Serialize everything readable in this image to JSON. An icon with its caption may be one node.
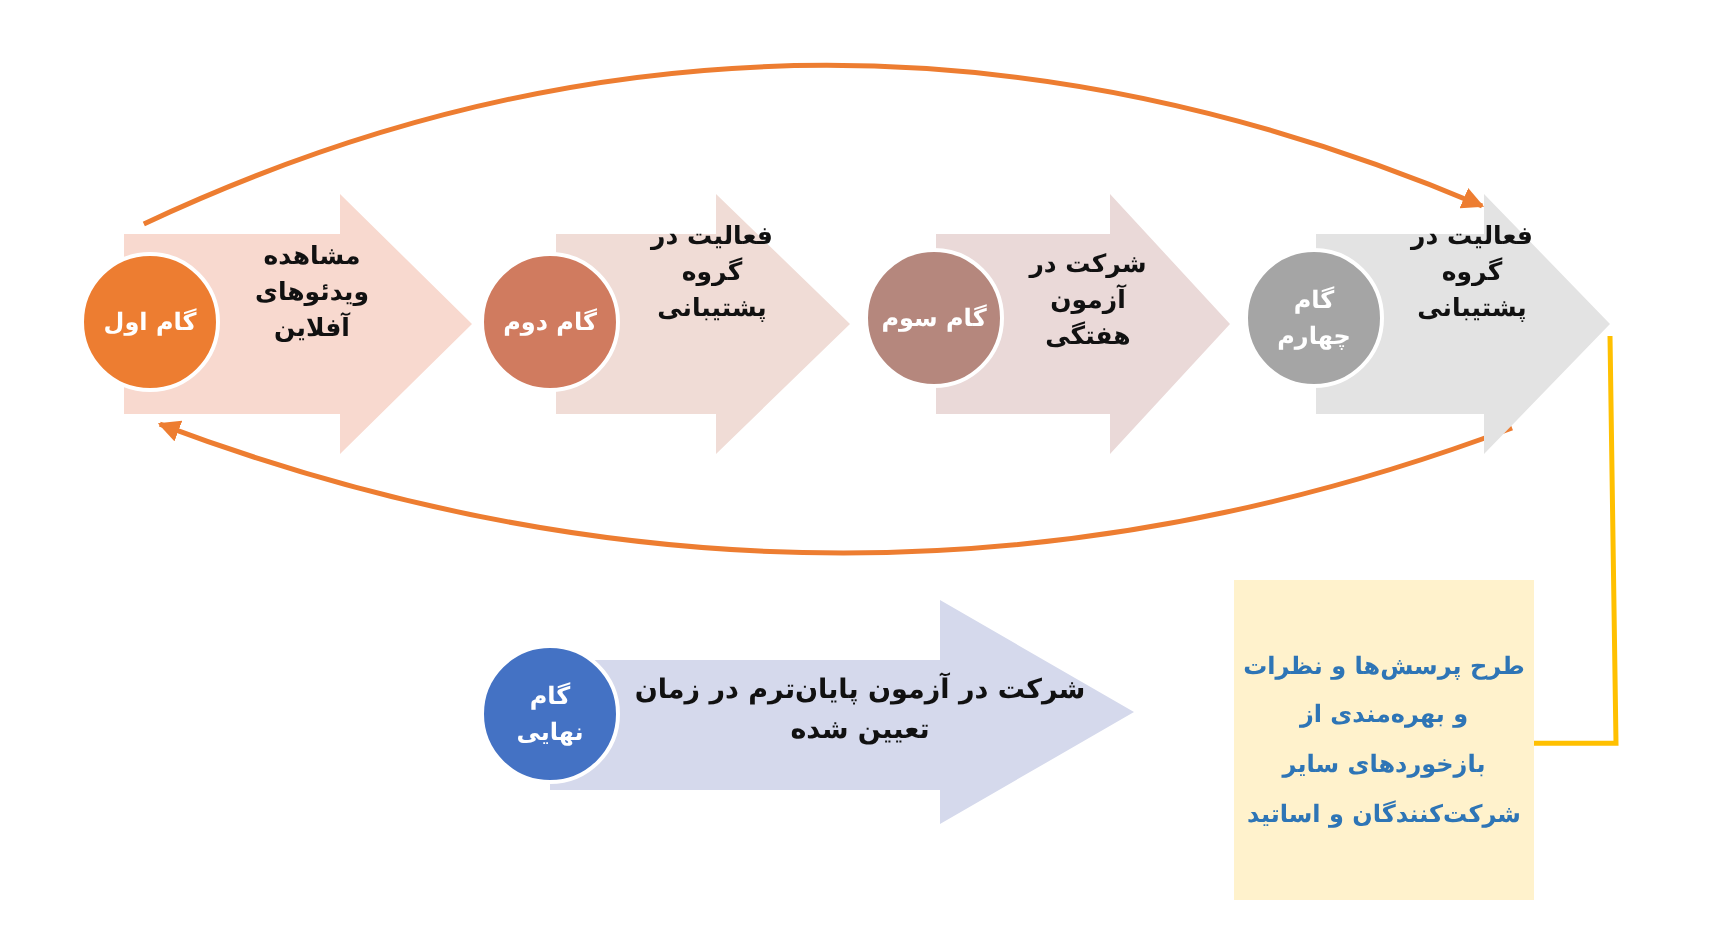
{
  "diagram": {
    "nodes": [
      {
        "text": [
          "مشاهده ویدئوهای آفلاین"
        ]
      },
      {
        "text": [
          "گام اول"
        ]
      },
      {
        "text": [
          "فعالیت در گروه پشتیبانی"
        ]
      },
      {
        "text": [
          "گام دوم"
        ]
      },
      {
        "text": [
          "شرکت در آزمون هفتگی"
        ]
      },
      {
        "text": [
          "گام سوم"
        ]
      },
      {
        "text": [
          "فعالیت در گروه پشتیبانی"
        ]
      },
      {
        "text": [
          "گام چهارم"
        ]
      },
      {
        "text": [
          "طرح پرسش‌ها و نظرات و بهره‌مندی از بازخوردهای سایر شرکت‌کنندگان و اساتید"
        ]
      },
      {
        "text": [
          "شرکت در آزمون پایان‌ترم در زمان تعیین شده"
        ]
      },
      {
        "text": [
          "گام نهایی"
        ]
      }
    ],
    "edges": [
      {
        "from": 0,
        "to": 6,
        "arrow": "to"
      },
      {
        "from": 6,
        "to": 0,
        "arrow": "to"
      },
      {
        "from": 6,
        "to": 8,
        "arrow": "none",
        "color": "#ffc000"
      }
    ]
  }
}
